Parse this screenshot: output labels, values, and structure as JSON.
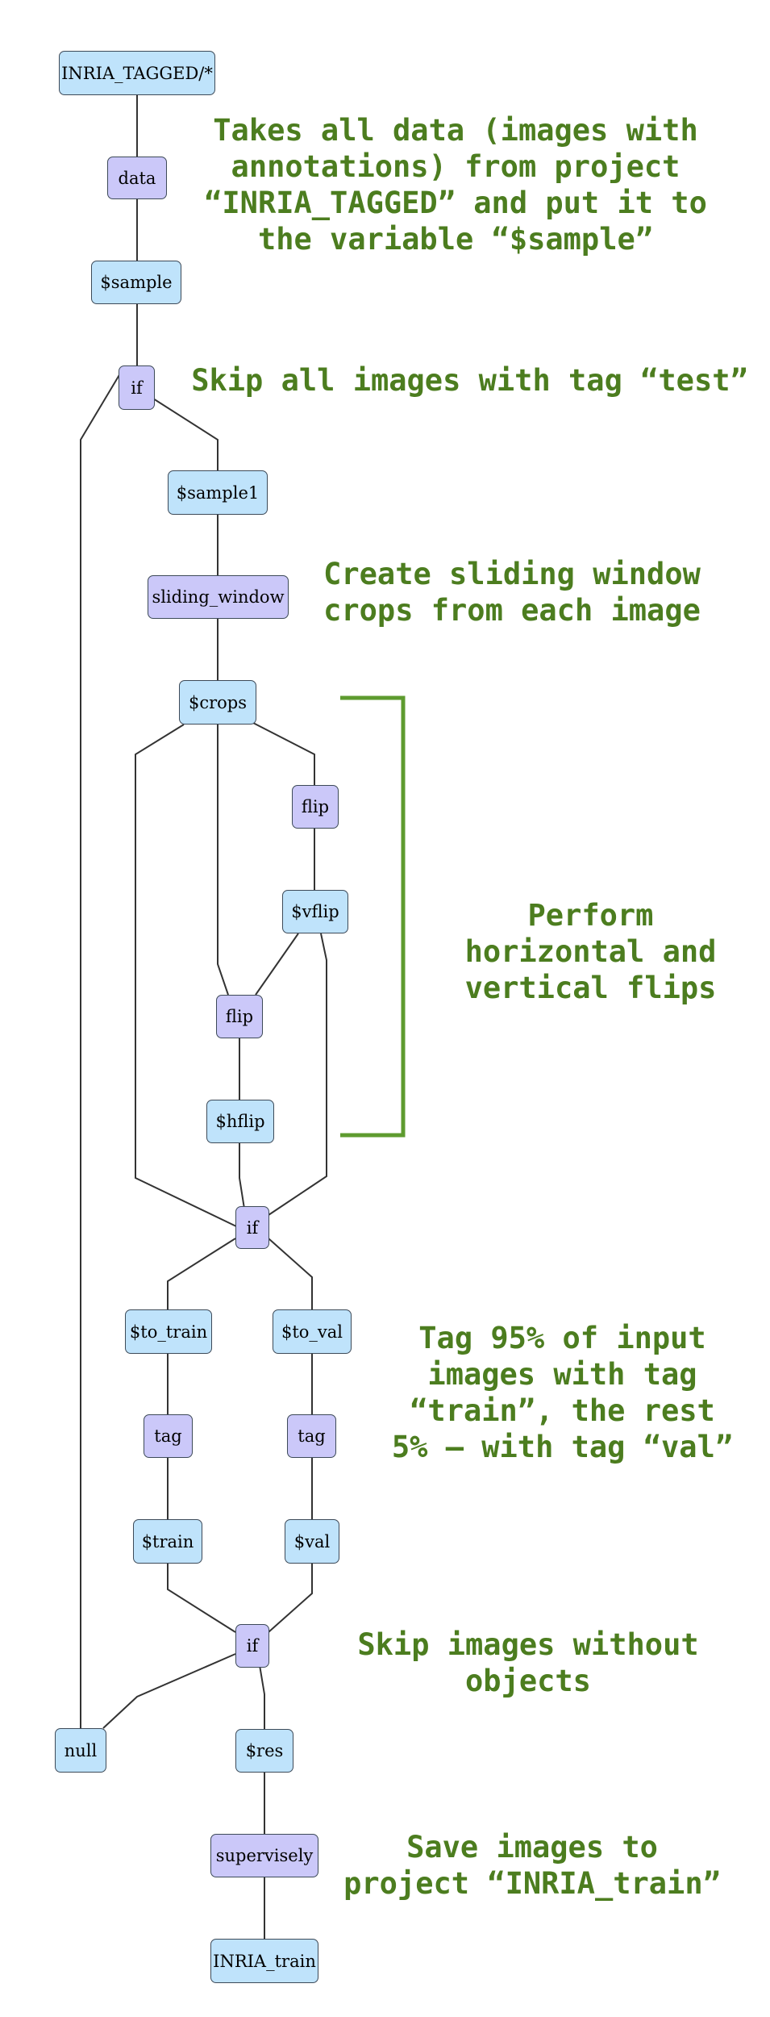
{
  "colors": {
    "variable_node": "#bfe3fb",
    "operation_node": "#cbc8f9",
    "annotation_text": "#4c7d1f",
    "bracket": "#5e9b2f",
    "edge": "#333333"
  },
  "nodes": {
    "input_project": "INRIA_TAGGED/*",
    "data": "data",
    "sample": "$sample",
    "if_test": "if",
    "sample1": "$sample1",
    "sliding_window": "sliding_window",
    "crops": "$crops",
    "flip_v": "flip",
    "vflip": "$vflip",
    "flip_h": "flip",
    "hflip": "$hflip",
    "if_split": "if",
    "to_train": "$to_train",
    "to_val": "$to_val",
    "tag_train": "tag",
    "tag_val": "tag",
    "train": "$train",
    "val": "$val",
    "if_objects": "if",
    "null": "null",
    "res": "$res",
    "supervisely": "supervisely",
    "output_project": "INRIA_train"
  },
  "annotations": {
    "data_note": "Takes all data (images with\nannotations) from project\n“INRIA_TAGGED” and put it to\nthe variable “$sample”",
    "skip_test_note": "Skip all images with tag “test”",
    "sliding_note": "Create sliding window\ncrops from each image",
    "flip_note": "Perform\nhorizontal and\nvertical flips",
    "tag_note": "Tag 95% of input\nimages with tag\n“train”, the rest\n5% – with tag “val”",
    "skip_empty_note": "Skip images without\nobjects",
    "save_note": "Save images to\nproject “INRIA_train”"
  }
}
